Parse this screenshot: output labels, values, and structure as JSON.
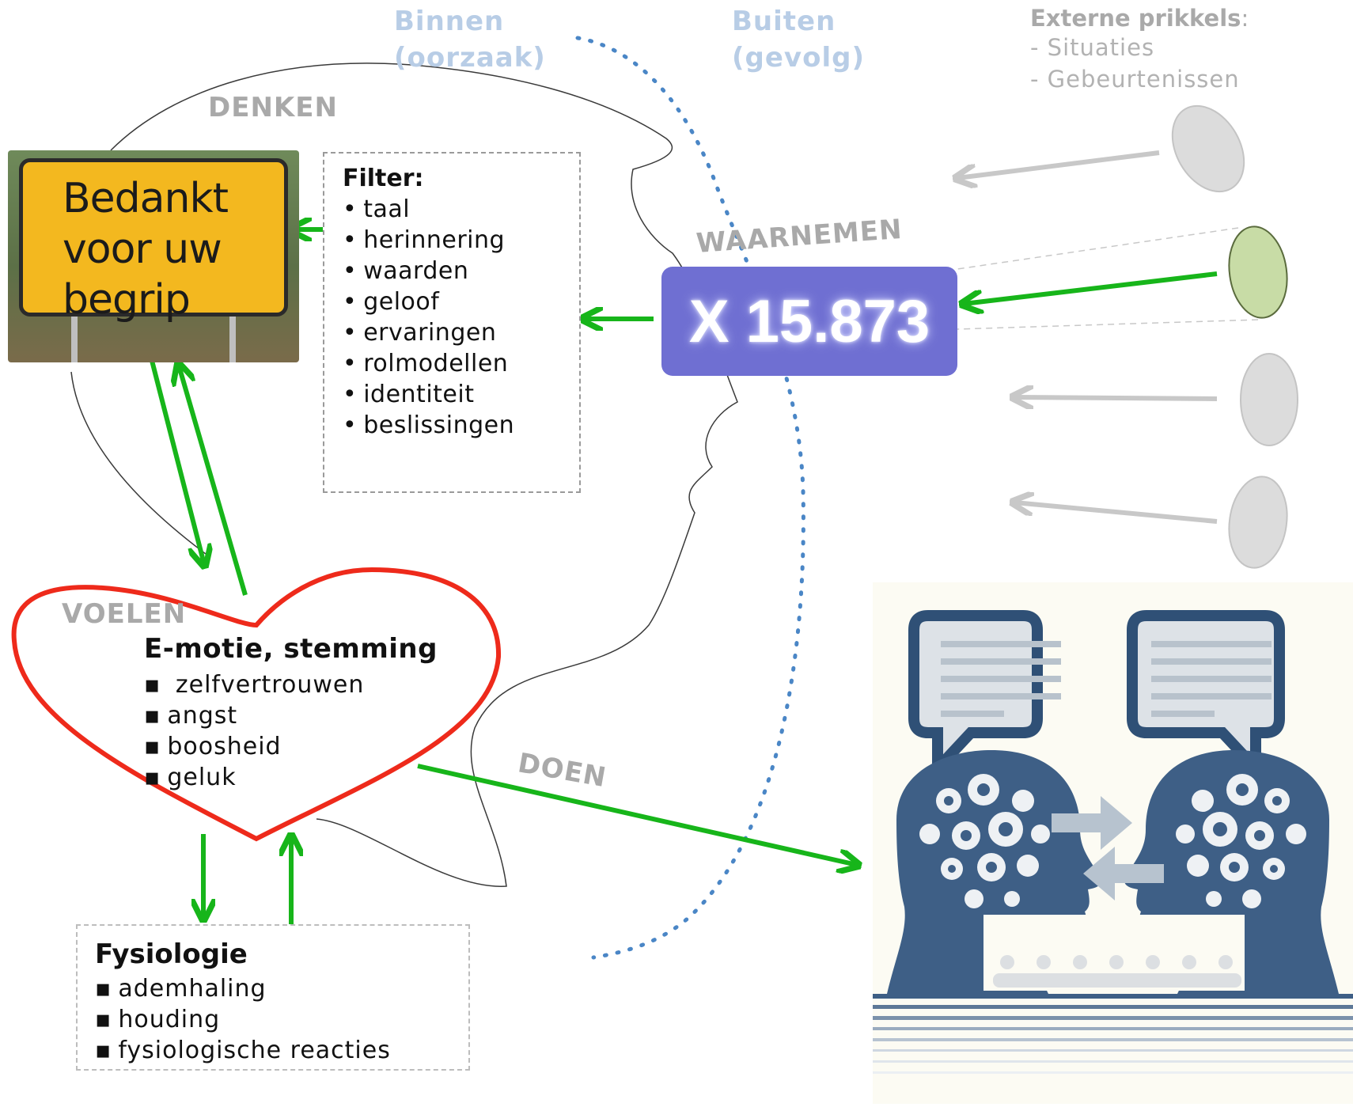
{
  "zones": {
    "inside": [
      "Binnen",
      "(oorzaak)"
    ],
    "outside": [
      "Buiten",
      "(gevolg)"
    ]
  },
  "external": {
    "title": "Externe prikkels",
    "title_suffix": ":",
    "items": [
      "- Situaties",
      "- Gebeurtenissen"
    ]
  },
  "labels": {
    "thinking": "DENKEN",
    "perceiving": "WAARNEMEN",
    "feeling": "VOELEN",
    "doing": "DOEN"
  },
  "sign": {
    "lines": [
      "Bedankt",
      "voor uw",
      "begrip"
    ]
  },
  "filter": {
    "title": "Filter:",
    "items": [
      "taal",
      "herinnering",
      "waarden",
      "geloof",
      "ervaringen",
      "rolmodellen",
      "identiteit",
      "beslissingen"
    ]
  },
  "counter": {
    "value": "X 15.873"
  },
  "emotion": {
    "title": "E-motie, stemming",
    "items": [
      " zelfvertrouwen",
      "angst",
      "boosheid",
      "geluk"
    ]
  },
  "physiology": {
    "title": "Fysiologie",
    "items": [
      "ademhaling",
      "houding",
      "fysiologische reacties"
    ]
  },
  "colors": {
    "arrow_green": "#17b51a",
    "heart_red": "#ee2a1b",
    "counter_blue": "#6f6fd2",
    "head_navy": "#3e5f86",
    "zone_label": "#b8cde6",
    "stimulus_selected": "#c8dca6"
  }
}
